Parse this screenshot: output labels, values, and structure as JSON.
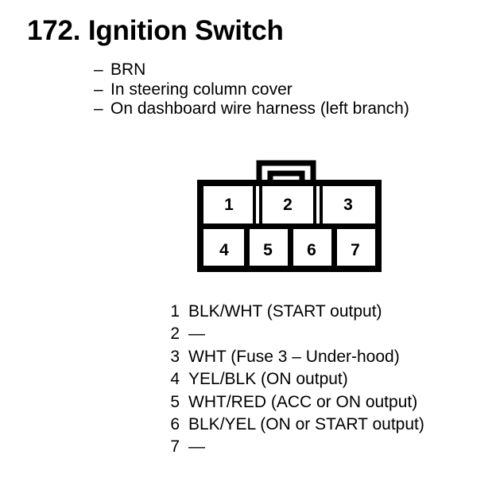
{
  "page": {
    "title": "172.  Ignition Switch",
    "background_color": "#ffffff",
    "ink_color": "#000000"
  },
  "attributes": {
    "dash": "–",
    "items": [
      {
        "text": "BRN"
      },
      {
        "text": "In steering column cover"
      },
      {
        "text": "On dashboard wire harness (left branch)"
      }
    ]
  },
  "connector": {
    "name": "ignition-switch-connector",
    "latch_position": "top-center",
    "top_row": [
      {
        "number": "1"
      },
      {
        "number": "2"
      },
      {
        "number": "3"
      }
    ],
    "bottom_row": [
      {
        "number": "4"
      },
      {
        "number": "5"
      },
      {
        "number": "6"
      },
      {
        "number": "7"
      }
    ]
  },
  "pins": [
    {
      "number": "1",
      "description": "BLK/WHT (START output)"
    },
    {
      "number": "2",
      "description": "—"
    },
    {
      "number": "3",
      "description": "WHT (Fuse 3 – Under-hood)"
    },
    {
      "number": "4",
      "description": "YEL/BLK (ON output)"
    },
    {
      "number": "5",
      "description": "WHT/RED (ACC or ON output)"
    },
    {
      "number": "6",
      "description": "BLK/YEL (ON or START output)"
    },
    {
      "number": "7",
      "description": "—"
    }
  ]
}
